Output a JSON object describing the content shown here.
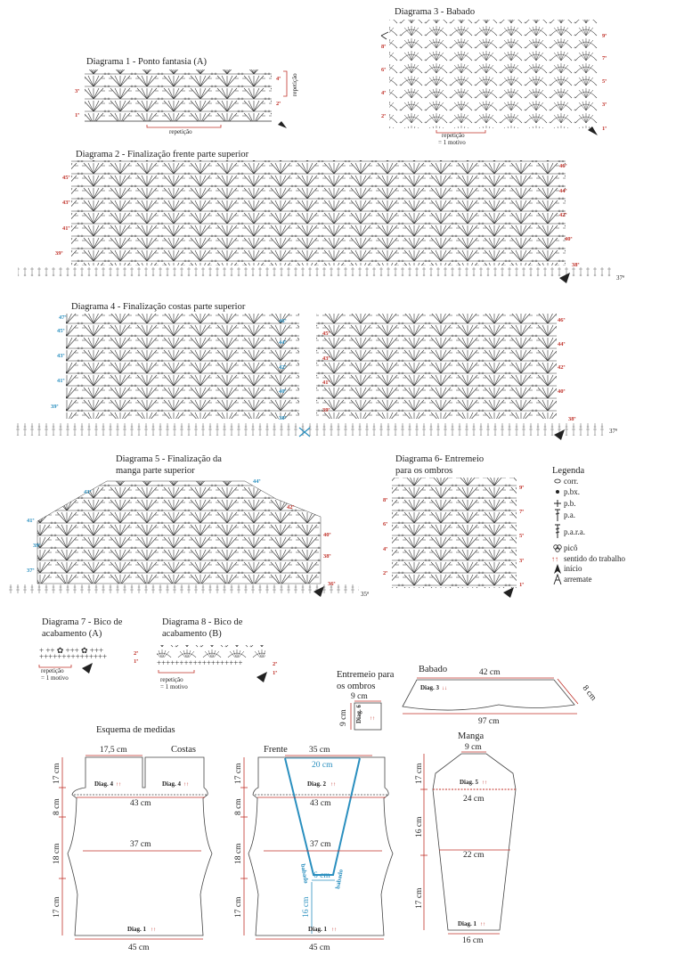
{
  "diagrams": {
    "d1": {
      "title": "Diagrama 1 - Ponto fantasia (A)",
      "rows": [
        "1ª",
        "2ª",
        "3ª",
        "4ª"
      ],
      "repeat_bottom": "repetição",
      "repeat_side": "repetição"
    },
    "d2": {
      "title": "Diagrama 2 - Finalização frente parte superior",
      "rows_left": [
        "39ª",
        "41ª",
        "43ª",
        "45ª"
      ],
      "rows_right": [
        "37ª",
        "38ª",
        "40ª",
        "42ª",
        "44ª",
        "46ª"
      ]
    },
    "d3": {
      "title": "Diagrama 3 - Babado",
      "rows_left": [
        "2ª",
        "4ª",
        "6ª",
        "8ª"
      ],
      "rows_right": [
        "1ª",
        "3ª",
        "5ª",
        "7ª",
        "9ª"
      ],
      "repeat": "repetição",
      "repeat_note": "= 1 motivo"
    },
    "d4": {
      "title": "Diagrama 4 - Finalização costas parte superior",
      "rows_left": [
        "39ª",
        "41ª",
        "43ª",
        "45ª",
        "47ª"
      ],
      "rows_mid_left": [
        "38ª",
        "40ª",
        "42ª",
        "44ª",
        "46ª"
      ],
      "rows_mid_right": [
        "39ª",
        "41ª",
        "43ª",
        "45ª"
      ],
      "rows_right": [
        "37ª",
        "38ª",
        "40ª",
        "42ª",
        "44ª",
        "46ª"
      ]
    },
    "d5": {
      "title_1": "Diagrama 5 - Finalização da",
      "title_2": "manga parte superior",
      "rows_left": [
        "37ª",
        "39ª",
        "41ª",
        "43ª"
      ],
      "rows_right": [
        "35ª",
        "36ª",
        "38ª",
        "40ª",
        "42ª",
        "44ª"
      ]
    },
    "d6": {
      "title_1": "Diagrama 6- Entremeio",
      "title_2": "para os ombros",
      "rows_left": [
        "2ª",
        "4ª",
        "6ª",
        "8ª"
      ],
      "rows_right": [
        "1ª",
        "3ª",
        "5ª",
        "7ª",
        "9ª"
      ]
    },
    "d7": {
      "title_1": "Diagrama 7 - Bico de",
      "title_2": "acabamento (A)",
      "rows": [
        "1ª",
        "2ª"
      ],
      "repeat": "repetição",
      "repeat_note": "= 1 motivo"
    },
    "d8": {
      "title_1": "Diagrama 8 - Bico de",
      "title_2": "acabamento (B)",
      "rows": [
        "1ª",
        "2ª"
      ],
      "repeat": "repetição",
      "repeat_note": "= 1 motivo"
    }
  },
  "legend": {
    "title": "Legenda",
    "items": [
      {
        "icon": "chain-icon",
        "label": "corr."
      },
      {
        "icon": "slip-stitch-icon",
        "label": "p.bx."
      },
      {
        "icon": "single-crochet-icon",
        "label": "p.b."
      },
      {
        "icon": "double-crochet-icon",
        "label": "p.a."
      },
      {
        "icon": "treble-crochet-icon",
        "label": "p.a.r.a."
      },
      {
        "icon": "picot-icon",
        "label": "picô"
      },
      {
        "icon": "direction-arrows-icon",
        "label": "sentido do trabalho"
      },
      {
        "icon": "start-icon",
        "label": "início"
      },
      {
        "icon": "finish-icon",
        "label": "arremate"
      }
    ]
  },
  "schematics": {
    "title": "Esquema de medidas",
    "shoulder": {
      "title_1": "Entremeio para",
      "title_2": "os ombros",
      "width": "9 cm",
      "height": "9 cm",
      "diag": "Diag. 6",
      "arrows": "↑↑"
    },
    "ruffle": {
      "title": "Babado",
      "top": "42 cm",
      "side": "8 cm",
      "bottom": "97 cm",
      "diag": "Diag. 3",
      "arrows": "↓↓"
    },
    "back": {
      "title": "Costas",
      "shoulder": "17,5 cm",
      "upper_h": "17 cm",
      "mid_h": "8 cm",
      "waist_h": "18 cm",
      "lower_h": "17 cm",
      "chest": "43 cm",
      "waist": "37 cm",
      "hip": "45 cm",
      "diag_top": "Diag. 4",
      "diag_bottom": "Diag. 1",
      "arrows": "↑↑"
    },
    "front": {
      "title": "Frente",
      "top": "35 cm",
      "v_top": "20 cm",
      "upper_h": "17 cm",
      "mid_h": "8 cm",
      "waist_h": "18 cm",
      "lower_h": "17 cm",
      "chest": "43 cm",
      "waist": "37 cm",
      "hip": "45 cm",
      "band_w": "6 cm",
      "band_h": "16 cm",
      "band_label": "babado",
      "diag_top": "Diag. 2",
      "diag_bottom": "Diag. 1",
      "arrows": "↑↑"
    },
    "sleeve": {
      "title": "Manga",
      "top": "9 cm",
      "cap_w": "24 cm",
      "mid_w": "22 cm",
      "bottom": "16 cm",
      "cap_h": "17 cm",
      "mid_h": "16 cm",
      "low_h": "17 cm",
      "diag_top": "Diag. 5",
      "diag_bottom": "Diag. 1",
      "arrows": "↑↑"
    }
  },
  "colors": {
    "red": "#c0322a",
    "blue": "#2a8fbf",
    "ink": "#333333"
  }
}
